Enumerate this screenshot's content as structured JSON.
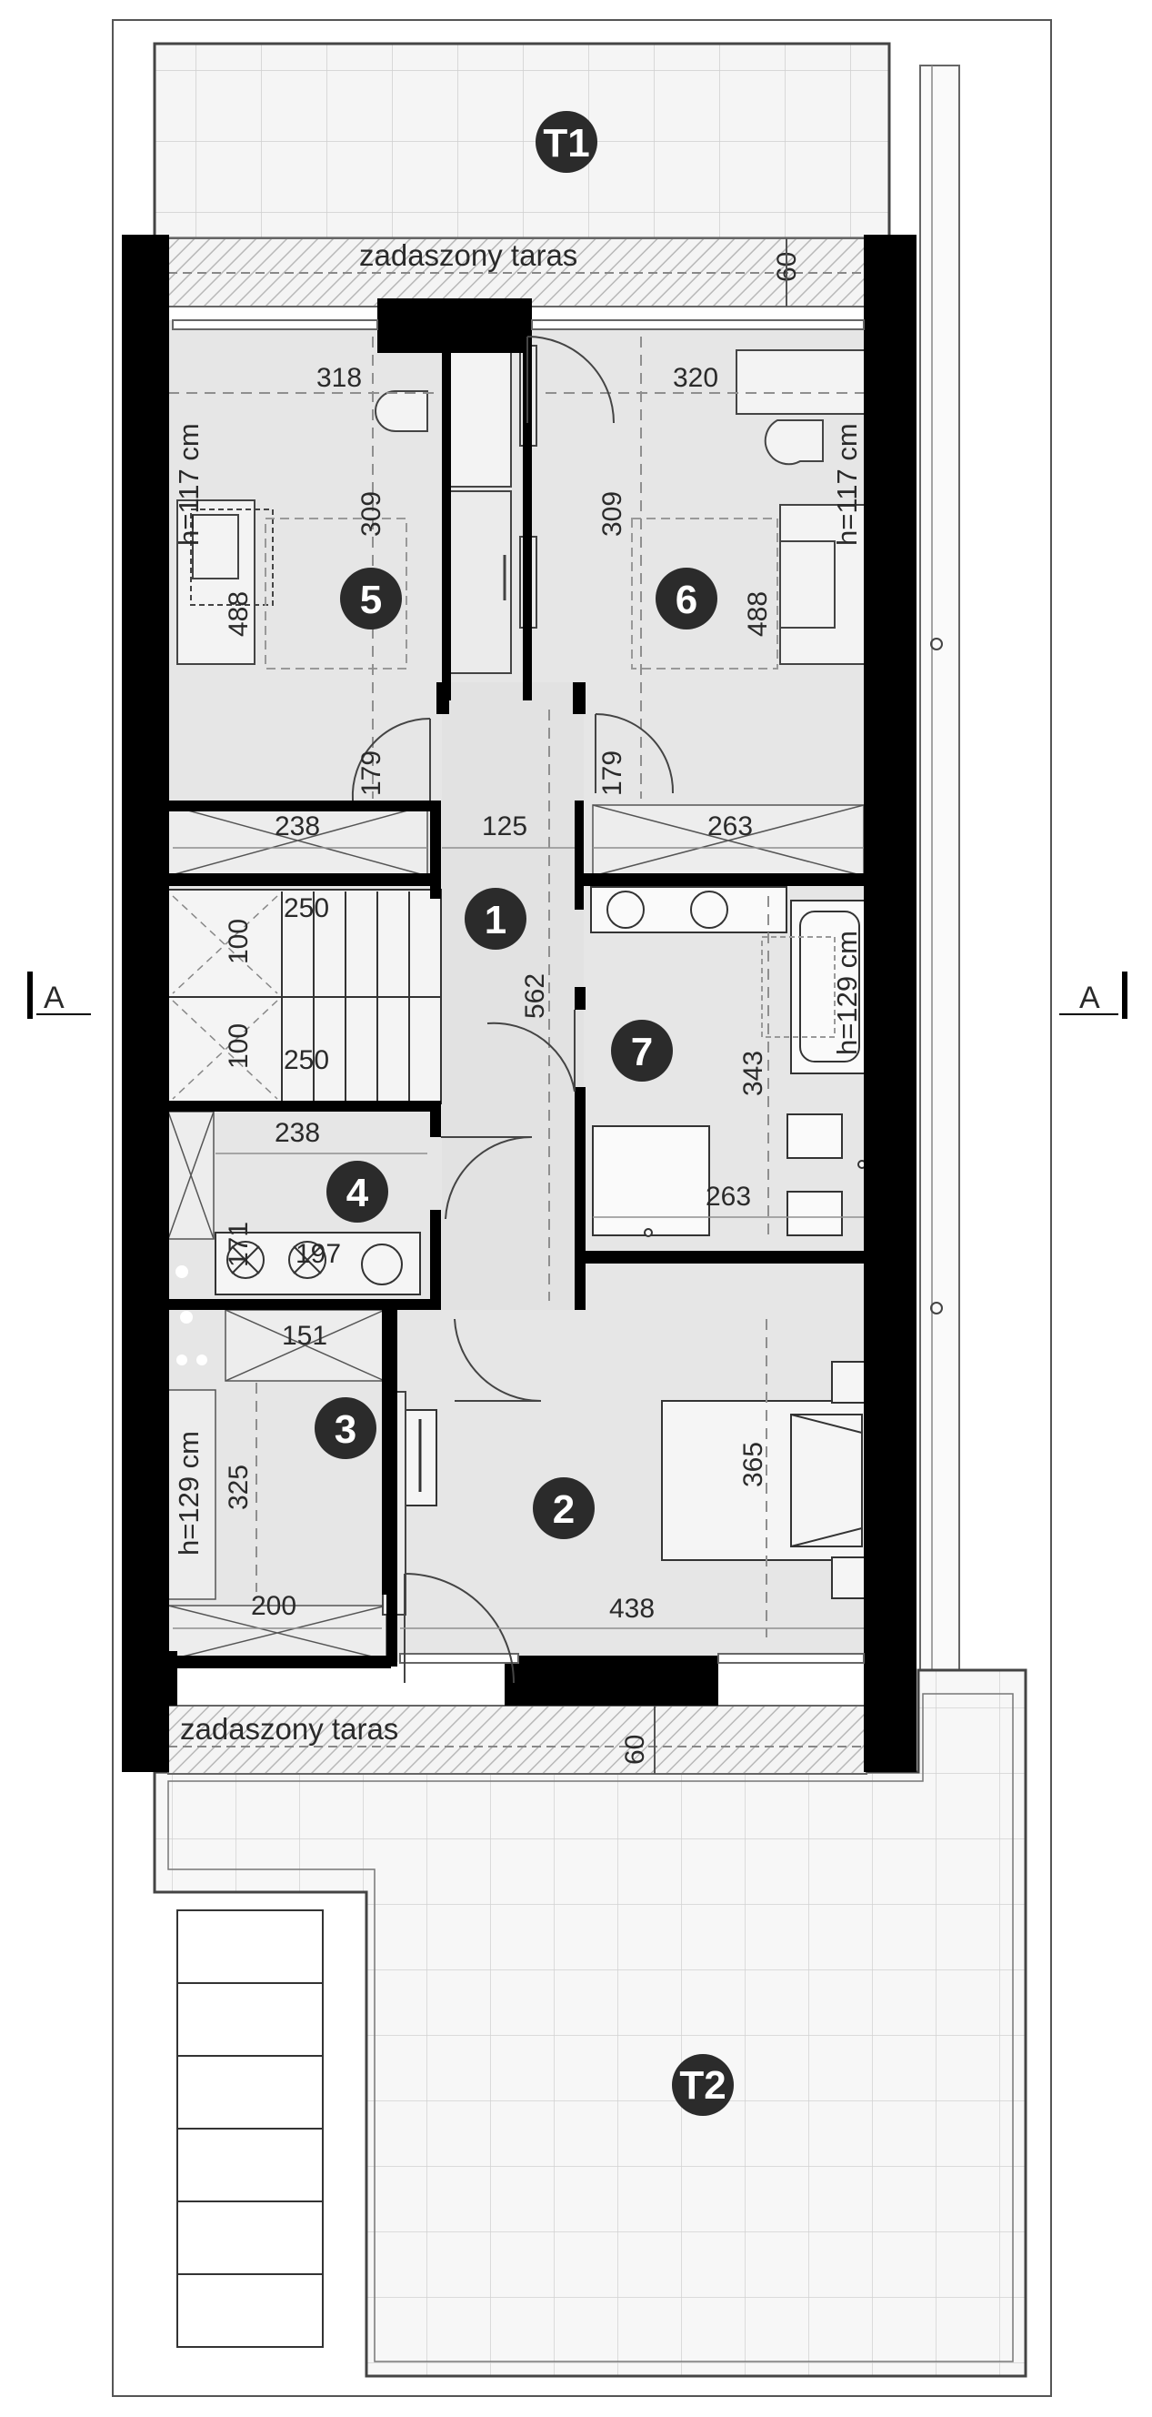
{
  "section_marks": {
    "left": "A",
    "right": "A"
  },
  "terraces": {
    "top": "T1",
    "bottom": "T2"
  },
  "covered_terrace": {
    "top_label": "zadaszony taras",
    "bottom_label": "zadaszony taras",
    "top_depth": "60",
    "bottom_depth": "60"
  },
  "rooms": {
    "r1": "1",
    "r2": "2",
    "r3": "3",
    "r4": "4",
    "r5": "5",
    "r6": "6",
    "r7": "7"
  },
  "dimensions": {
    "r5_width": "318",
    "r5_depth": "309",
    "r5_wardrobe_depth": "488",
    "r5_height": "h=117 cm",
    "r5_closet_depth": "179",
    "r5_closet_width": "238",
    "r6_width": "320",
    "r6_depth": "309",
    "r6_wardrobe_depth": "488",
    "r6_height": "h=117 cm",
    "r6_closet_depth": "179",
    "r6_closet_width": "263",
    "hall_width": "125",
    "hall_length": "562",
    "stair_top": "250",
    "stair_bottom": "250",
    "stair_left_top": "100",
    "stair_left_bottom": "100",
    "r4_width": "238",
    "r4_depth": "171",
    "r4_counter": "197",
    "r3_width": "151",
    "r3_depth": "325",
    "r3_bottom": "200",
    "r3_height": "h=129 cm",
    "r7_depth": "343",
    "r7_width": "263",
    "r7_height": "h=129 cm",
    "r2_depth": "365",
    "r2_width": "438"
  }
}
